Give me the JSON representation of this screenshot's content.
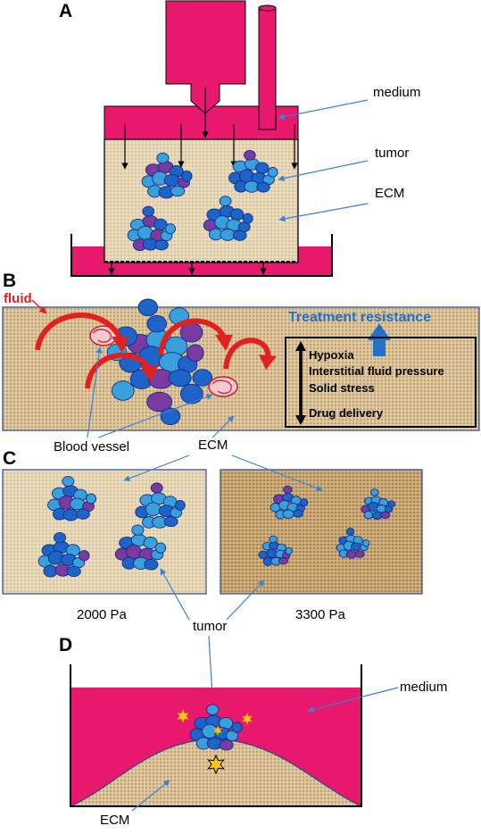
{
  "panels": {
    "A": {
      "letter": "A",
      "labels": {
        "medium": "medium",
        "tumor": "tumor",
        "ecm": "ECM"
      }
    },
    "B": {
      "letter": "B",
      "fluid": "fluid",
      "treatment_resistance": "Treatment resistance",
      "factors": [
        "Hypoxia",
        "Interstitial fluid pressure",
        "Solid stress",
        "Drug delivery"
      ],
      "blood_vessel": "Blood vessel",
      "ecm": "ECM"
    },
    "C": {
      "letter": "C",
      "stiffness_left": "2000 Pa",
      "stiffness_right": "3300 Pa",
      "tumor": "tumor"
    },
    "D": {
      "letter": "D",
      "medium": "medium",
      "ecm": "ECM"
    }
  },
  "colors": {
    "medium": "#e8196c",
    "ecm_light": "#e3d2b0",
    "ecm_dark": "#c4a170",
    "cell_light": "#3aa0dc",
    "cell_dark": "#1e63c8",
    "cell_purple": "#7b3aa0",
    "pointer": "#3d7fd4",
    "fluid": "#e12020",
    "treatment": "#1e73c8",
    "drug_star": "#f5c518"
  }
}
